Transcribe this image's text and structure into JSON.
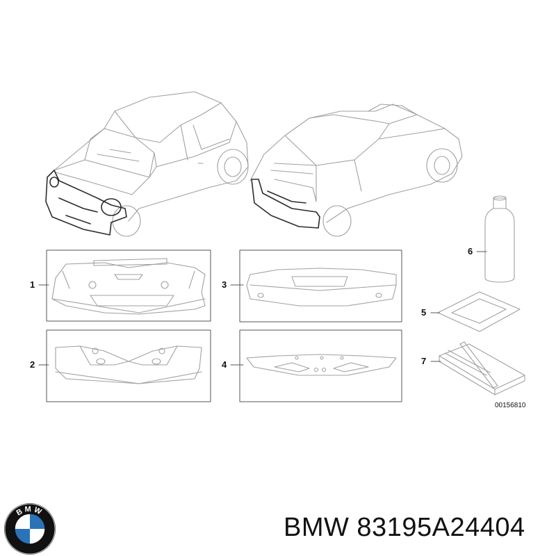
{
  "callouts": {
    "c1": "1",
    "c2": "2",
    "c3": "3",
    "c4": "4",
    "c5": "5",
    "c6": "6",
    "c7": "7"
  },
  "diagram_ref": "00156810",
  "caption": "BMW 83195A24404",
  "logo": {
    "text": "BMW",
    "colors": {
      "ring": "#111111",
      "blue": "#2a73b8",
      "white": "#ffffff"
    }
  },
  "colors": {
    "line": "#9a9a9a",
    "highlight": "#2b2b2b",
    "frame": "#555555"
  }
}
